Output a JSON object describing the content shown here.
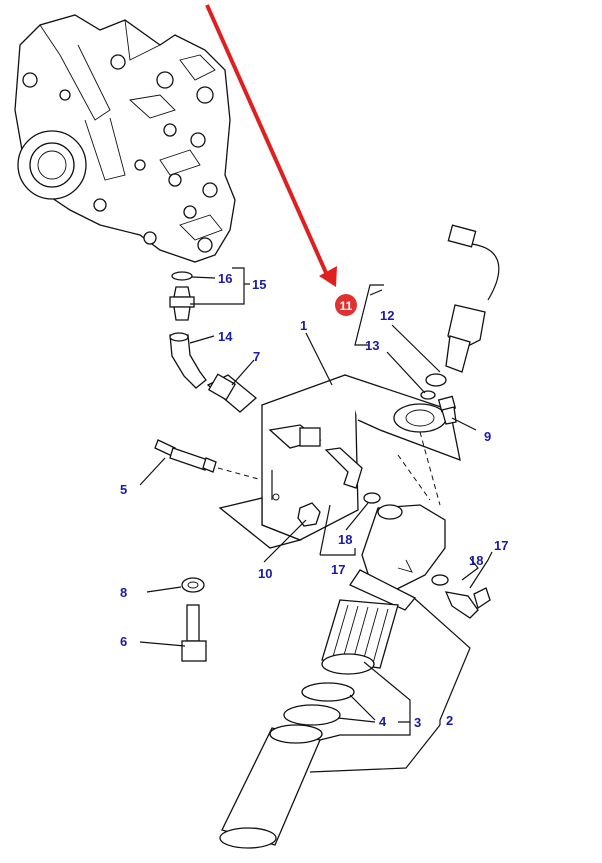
{
  "diagram": {
    "callouts": {
      "c1": "1",
      "c2": "2",
      "c3": "3",
      "c4": "4",
      "c5": "5",
      "c6": "6",
      "c7": "7",
      "c8": "8",
      "c9": "9",
      "c10": "10",
      "c11": "11",
      "c12": "12",
      "c13": "13",
      "c14": "14",
      "c15": "15",
      "c16": "16",
      "c17a": "17",
      "c17b": "17",
      "c18a": "18",
      "c18b": "18"
    },
    "colors": {
      "callout_text": "#1a1aa8",
      "highlight_arrow": "#e02020",
      "highlight_badge": "#e03030",
      "line": "#111111"
    }
  }
}
